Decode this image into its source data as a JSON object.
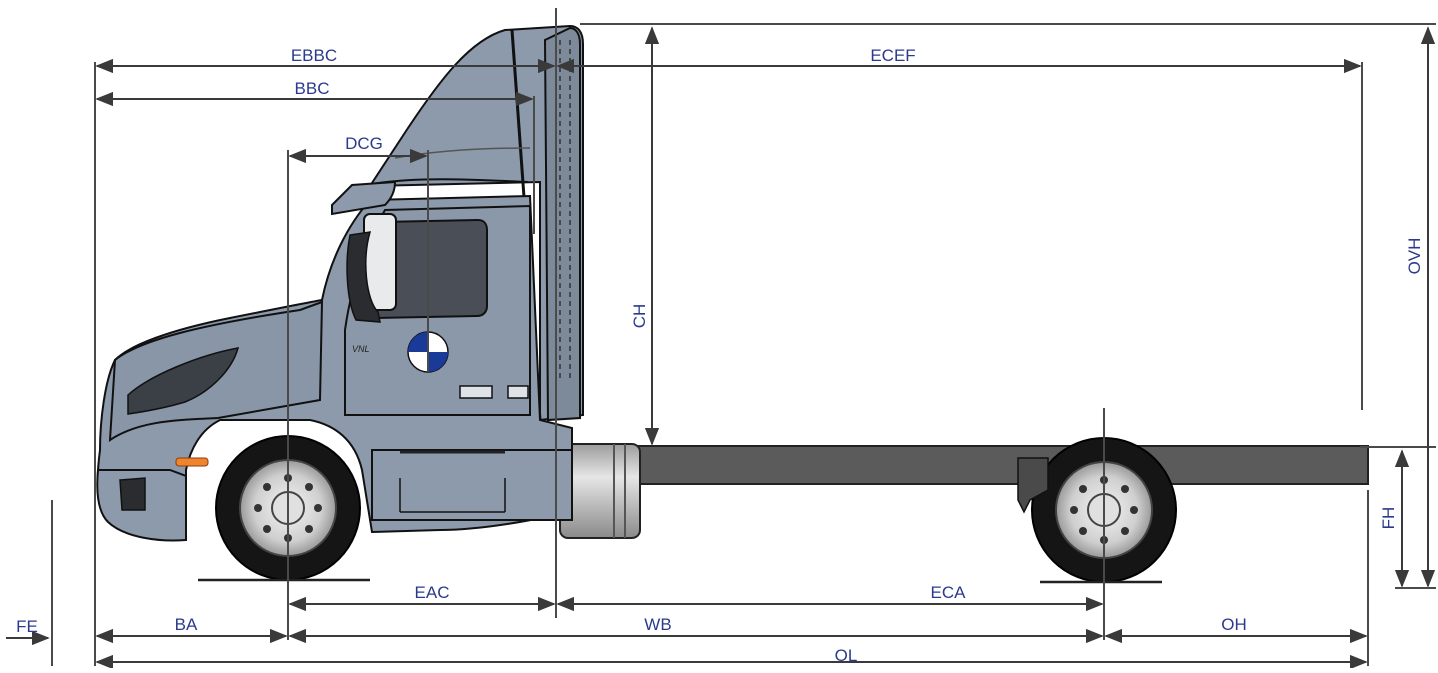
{
  "diagram": {
    "colors": {
      "cab": "#8c9aab",
      "cab_shade": "#7d8a9a",
      "frame": "#5b5b5b",
      "label": "#2b3a8c",
      "cog_blue": "#1a3a9a"
    },
    "labels": {
      "ebbc": "EBBC",
      "ecef": "ECEF",
      "bbc": "BBC",
      "dcg": "DCG",
      "ch": "CH",
      "ovh": "OVH",
      "fh": "FH",
      "fe": "FE",
      "ba": "BA",
      "eac": "EAC",
      "eca": "ECA",
      "wb": "WB",
      "oh": "OH",
      "ol": "OL",
      "badge": "VNL"
    }
  }
}
